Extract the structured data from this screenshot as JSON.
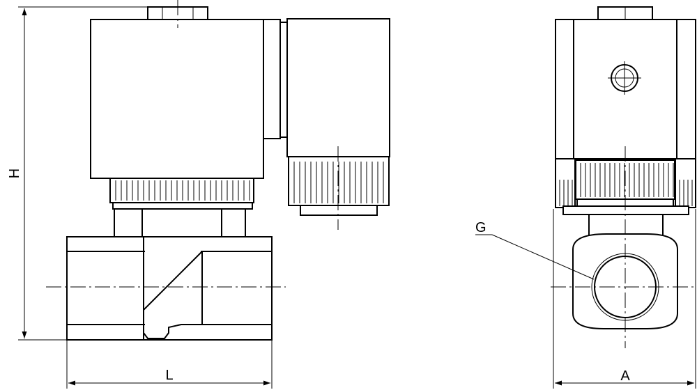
{
  "labels": {
    "height": "H",
    "length": "L",
    "width": "A",
    "port_thread": "G"
  }
}
